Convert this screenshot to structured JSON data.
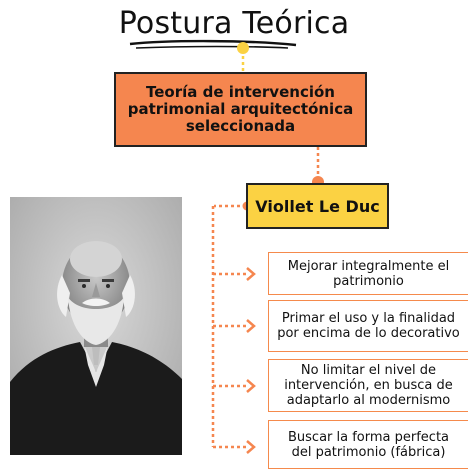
{
  "title": "Postura Teórica",
  "main_box": {
    "text": "Teoría de intervención patrimonial arquitectónica seleccionada"
  },
  "author_box": {
    "text": "Viollet Le Duc"
  },
  "items": [
    {
      "text": "Mejorar integralmente el patrimonio"
    },
    {
      "text": "Primar el uso y la finalidad por encima de lo decorativo"
    },
    {
      "text": "No limitar el nivel de intervención, en busca de adaptarlo al modernismo"
    },
    {
      "text": "Buscar la forma perfecta del patrimonio (fábrica)"
    }
  ],
  "colors": {
    "accent_orange": "#f5864f",
    "accent_yellow": "#fbd243",
    "connector": "#f58a4c",
    "underline": "#111111"
  }
}
